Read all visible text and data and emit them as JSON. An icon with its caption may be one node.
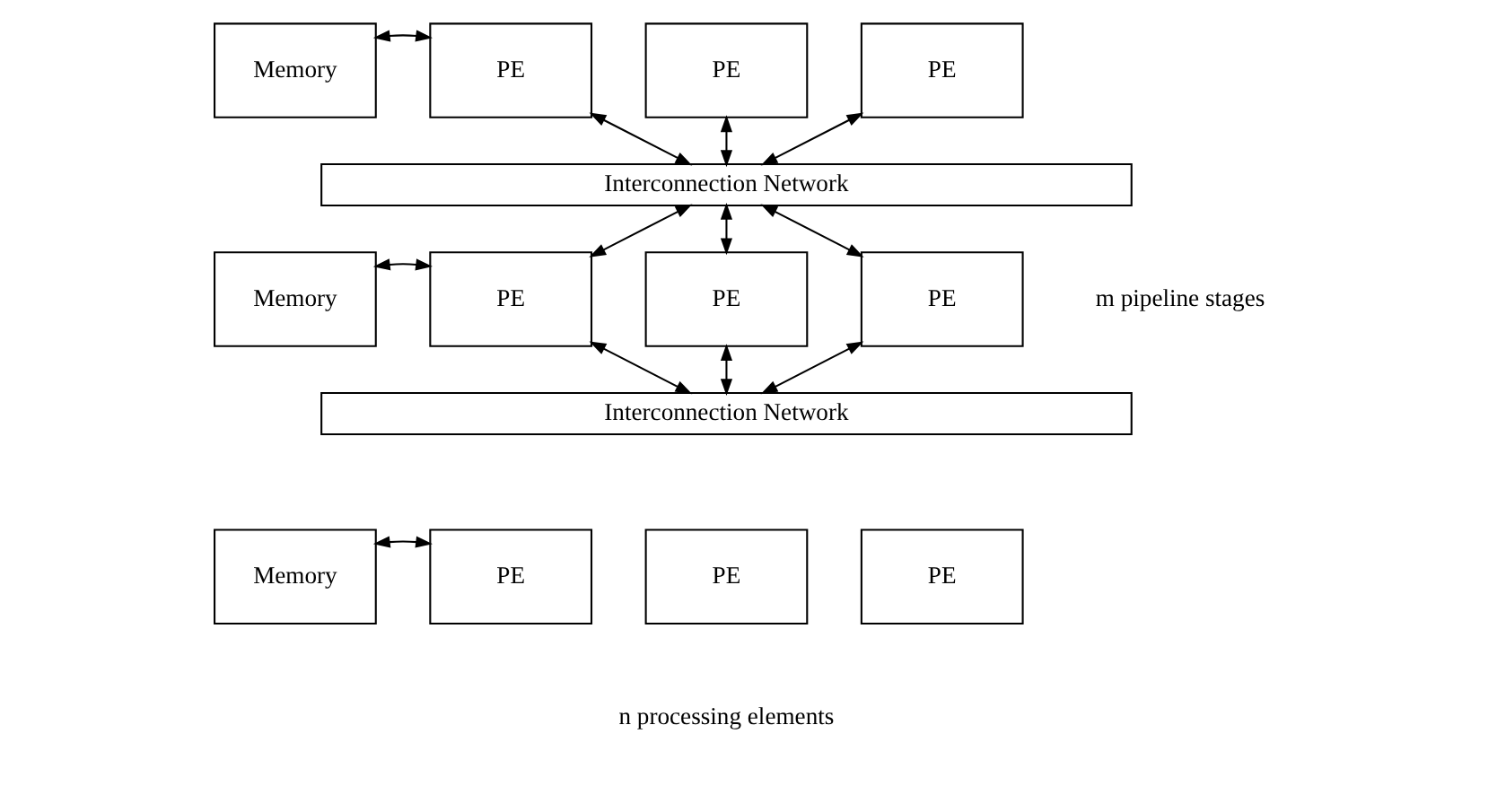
{
  "diagram": {
    "nodes": [
      {
        "text": [
          "Memory"
        ]
      },
      {
        "text": [
          "PE"
        ]
      },
      {
        "text": [
          "PE"
        ]
      },
      {
        "text": [
          "PE"
        ]
      },
      {
        "text": [
          "Interconnection Network"
        ]
      },
      {
        "text": [
          "Memory"
        ]
      },
      {
        "text": [
          "PE"
        ]
      },
      {
        "text": [
          "PE"
        ]
      },
      {
        "text": [
          "PE"
        ]
      },
      {
        "text": [
          "Interconnection Network"
        ]
      },
      {
        "text": [
          "Memory"
        ]
      },
      {
        "text": [
          "PE"
        ]
      },
      {
        "text": [
          "PE"
        ]
      },
      {
        "text": [
          "PE"
        ]
      }
    ],
    "edges": [
      {
        "from": 0,
        "to": 1,
        "arrow": "both"
      },
      {
        "from": 1,
        "to": 4,
        "arrow": "both"
      },
      {
        "from": 2,
        "to": 4,
        "arrow": "both"
      },
      {
        "from": 3,
        "to": 4,
        "arrow": "both"
      },
      {
        "from": 4,
        "to": 6,
        "arrow": "both"
      },
      {
        "from": 4,
        "to": 7,
        "arrow": "both"
      },
      {
        "from": 4,
        "to": 8,
        "arrow": "both"
      },
      {
        "from": 5,
        "to": 6,
        "arrow": "both"
      },
      {
        "from": 6,
        "to": 9,
        "arrow": "both"
      },
      {
        "from": 7,
        "to": 9,
        "arrow": "both"
      },
      {
        "from": 8,
        "to": 9,
        "arrow": "both"
      },
      {
        "from": 10,
        "to": 11,
        "arrow": "both"
      }
    ],
    "labels": [
      "m pipeline stages",
      "n processing elements"
    ]
  }
}
